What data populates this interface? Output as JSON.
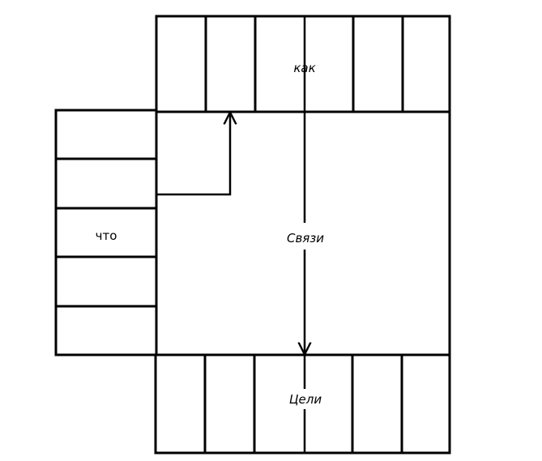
{
  "diagram": {
    "labels": {
      "top": "как",
      "left": "что",
      "center": "Связи",
      "bottom": "Цели"
    },
    "line_color": "#000000",
    "background": "#ffffff"
  }
}
